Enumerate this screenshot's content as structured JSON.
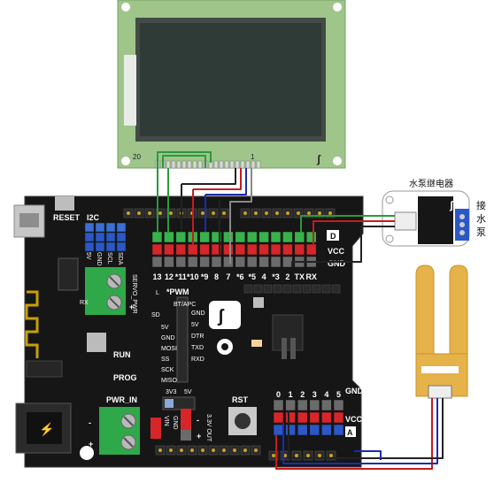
{
  "lcd": {
    "pin_left": "20",
    "pin_right": "1"
  },
  "relay": {
    "title": "水泵继电器",
    "side_label": [
      "接",
      "水",
      "泵"
    ]
  },
  "board": {
    "reset_label": "RESET",
    "i2c_label": "I2C",
    "i2c_pins": [
      "5V",
      "GND",
      "SCL",
      "SDA"
    ],
    "servo_pwr_label": "SERVO_PWR",
    "pwm_label": "*PWM",
    "rx_label": "RX",
    "bt_label": "BT/APC",
    "bt_pins": [
      "GND",
      "5V",
      "DTR",
      "TXD",
      "RXD"
    ],
    "sd_label": "SD",
    "sd_pins": [
      "5V",
      "GND",
      "MOSI",
      "SS",
      "SCK",
      "MISO"
    ],
    "run_label": "RUN",
    "prog_label": "PROG",
    "pwr_in_label": "PWR_IN",
    "v3v3_label": "3V3",
    "v5_label": "5V",
    "vin_gnd_label": [
      "VIN",
      "GND"
    ],
    "rst_label": "RST",
    "out_label": "3.3V OUT",
    "digital_labels": [
      "13",
      "12",
      "*11",
      "*10",
      "*9",
      "8",
      "7",
      "*6",
      "*5",
      "4",
      "*3",
      "2",
      "TX",
      "RX"
    ],
    "row_d": "D",
    "row_vcc": "VCC",
    "row_gnd": "GND",
    "analog_labels": [
      "0",
      "1",
      "2",
      "3",
      "4",
      "5"
    ],
    "row_a": "A",
    "led_label": "L",
    "plus": "+",
    "minus": "-"
  },
  "sensor": {
    "name": "moisture-sensor"
  },
  "colors": {
    "board": "#161616",
    "lcd_pcb": "#9fc58a",
    "lcd_screen": "#2e3b36",
    "header_red": "#d6262a",
    "header_green": "#38b24a",
    "header_gray": "#6b6b6b",
    "wire_green": "#2a9a3a",
    "wire_red": "#c81b1b",
    "wire_blue": "#1c2bb0",
    "wire_black": "#222222",
    "wire_gray": "#8a8a8a"
  }
}
